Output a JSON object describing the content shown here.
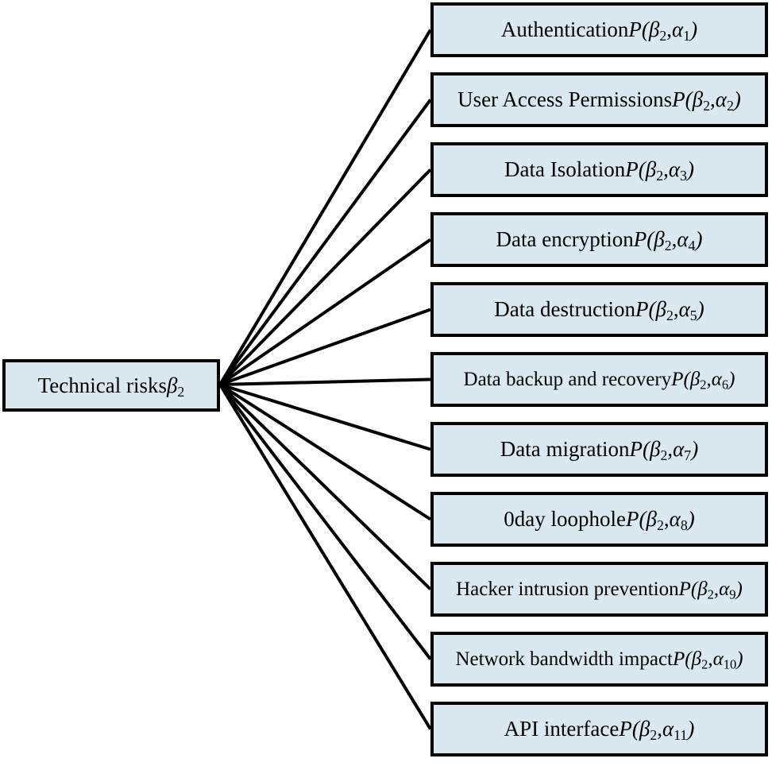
{
  "diagram": {
    "type": "tree",
    "title": "Technical risks breakdown",
    "background_color": "#ffffff",
    "box_fill_color": "#dae9ef",
    "box_border_color": "#000000",
    "connector_color": "#000000",
    "root": {
      "id": "beta2",
      "text_plain": "Technical risksβ2",
      "label": "Technical risks",
      "symbol_letter": "β",
      "symbol_subscript": "2"
    },
    "leaves": [
      {
        "id": "alpha1",
        "text_plain": "AuthenticationP(β2,α1)",
        "label": "Authentication",
        "prob_letter": "P",
        "prob_first_letter": "β",
        "prob_first_subscript": "2",
        "prob_second_letter": "α",
        "prob_second_subscript": "1",
        "lines": 1
      },
      {
        "id": "alpha2",
        "text_plain": "User Access PermissionsP(β2,α2)",
        "label": "User Access Permissions",
        "prob_letter": "P",
        "prob_first_letter": "β",
        "prob_first_subscript": "2",
        "prob_second_letter": "α",
        "prob_second_subscript": "2",
        "lines": 1
      },
      {
        "id": "alpha3",
        "text_plain": "Data IsolationP(β2,α3)",
        "label": "Data Isolation",
        "prob_letter": "P",
        "prob_first_letter": "β",
        "prob_first_subscript": "2",
        "prob_second_letter": "α",
        "prob_second_subscript": "3",
        "lines": 1
      },
      {
        "id": "alpha4",
        "text_plain": "Data encryptionP(β2,α4)",
        "label": "Data encryption",
        "prob_letter": "P",
        "prob_first_letter": "β",
        "prob_first_subscript": "2",
        "prob_second_letter": "α",
        "prob_second_subscript": "4",
        "lines": 1
      },
      {
        "id": "alpha5",
        "text_plain": "Data destructionP(β2,α5)",
        "label": "Data destruction",
        "prob_letter": "P",
        "prob_first_letter": "β",
        "prob_first_subscript": "2",
        "prob_second_letter": "α",
        "prob_second_subscript": "5",
        "lines": 1
      },
      {
        "id": "alpha6",
        "text_plain": "Data backup and recoveryP(β2,α6)",
        "label": "Data backup and recovery",
        "prob_letter": "P",
        "prob_first_letter": "β",
        "prob_first_subscript": "2",
        "prob_second_letter": "α",
        "prob_second_subscript": "6",
        "lines": 2
      },
      {
        "id": "alpha7",
        "text_plain": "Data migrationP(β2,α7)",
        "label": "Data migration",
        "prob_letter": "P",
        "prob_first_letter": "β",
        "prob_first_subscript": "2",
        "prob_second_letter": "α",
        "prob_second_subscript": "7",
        "lines": 1
      },
      {
        "id": "alpha8",
        "text_plain": "0day loopholeP(β2,α8)",
        "label": "0day loophole",
        "prob_letter": "P",
        "prob_first_letter": "β",
        "prob_first_subscript": "2",
        "prob_second_letter": "α",
        "prob_second_subscript": "8",
        "lines": 1
      },
      {
        "id": "alpha9",
        "text_plain": "Hacker intrusion preventionP(β2,α9)",
        "label": "Hacker intrusion prevention",
        "prob_letter": "P",
        "prob_first_letter": "β",
        "prob_first_subscript": "2",
        "prob_second_letter": "α",
        "prob_second_subscript": "9",
        "lines": 2
      },
      {
        "id": "alpha10",
        "text_plain": "Network bandwidth impactP(β2,α10)",
        "label": "Network bandwidth impact",
        "prob_letter": "P",
        "prob_first_letter": "β",
        "prob_first_subscript": "2",
        "prob_second_letter": "α",
        "prob_second_subscript": "10",
        "lines": 2
      },
      {
        "id": "alpha11",
        "text_plain": "API interfaceP(β2,α11)",
        "label": "API interface",
        "prob_letter": "P",
        "prob_first_letter": "β",
        "prob_first_subscript": "2",
        "prob_second_letter": "α",
        "prob_second_subscript": "11",
        "lines": 1
      }
    ]
  }
}
